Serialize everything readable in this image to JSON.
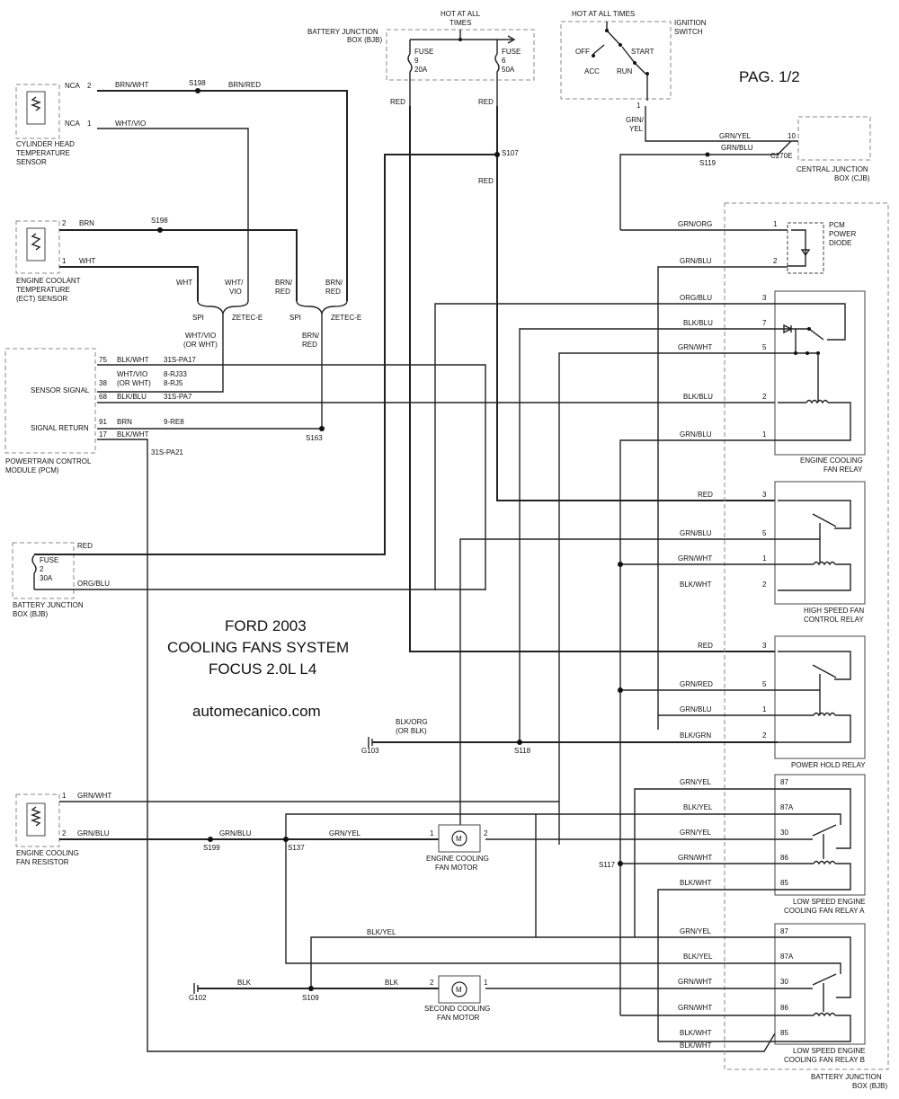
{
  "header": {
    "page": "PAG. 1/2",
    "hot_all_times_1": "HOT AT ALL",
    "hot_all_times_2": "TIMES",
    "hot_all_times_ign": "HOT AT ALL TIMES",
    "bjb_top_1": "BATTERY JUNCTION",
    "bjb_top_2": "BOX (BJB)",
    "fuse9": [
      "FUSE",
      "9",
      "20A"
    ],
    "fuse6": [
      "FUSE",
      "6",
      "50A"
    ],
    "ignition_switch": [
      "IGNITION",
      "SWITCH"
    ],
    "ign_positions": [
      "OFF",
      "ACC",
      "START",
      "RUN"
    ]
  },
  "title": {
    "line1": "FORD 2003",
    "line2": "COOLING FANS SYSTEM",
    "line3": "FOCUS 2.0L L4",
    "site": "automecanico.com"
  },
  "components": {
    "chts": [
      "CYLINDER HEAD",
      "TEMPERATURE",
      "SENSOR"
    ],
    "ect": [
      "ENGINE COOLANT",
      "TEMPERATURE",
      "(ECT) SENSOR"
    ],
    "pcm": [
      "POWERTRAIN CONTROL",
      "MODULE (PCM)"
    ],
    "pcm_sensor_signal": "SENSOR SIGNAL",
    "pcm_signal_return": "SIGNAL RETURN",
    "bjb_left": [
      "BATTERY JUNCTION",
      "BOX (BJB)"
    ],
    "fuse2": [
      "FUSE",
      "2",
      "30A"
    ],
    "cjb": [
      "CENTRAL JUNCTION",
      "BOX (CJB)"
    ],
    "pcm_diode": [
      "PCM",
      "POWER",
      "DIODE"
    ],
    "ecf_relay": [
      "ENGINE COOLING",
      "FAN RELAY"
    ],
    "hs_relay": [
      "HIGH SPEED FAN",
      "CONTROL RELAY"
    ],
    "ph_relay": "POWER HOLD RELAY",
    "ls_relay_a": [
      "LOW SPEED ENGINE",
      "COOLING FAN RELAY A"
    ],
    "ls_relay_b": [
      "LOW SPEED ENGINE",
      "COOLING FAN RELAY B"
    ],
    "bjb_bottom": [
      "BATTERY JUNCTION",
      "BOX (BJB)"
    ],
    "ecf_resistor": [
      "ENGINE COOLING",
      "FAN RESISTOR"
    ],
    "ecf_motor": [
      "ENGINE COOLING",
      "FAN MOTOR"
    ],
    "second_motor": [
      "SECOND COOLING",
      "FAN MOTOR"
    ],
    "motor_symbol": "M"
  },
  "splices": [
    "S198",
    "S198",
    "S107",
    "S119",
    "S163",
    "S118",
    "S117",
    "S199",
    "S137",
    "S109",
    "G103",
    "G102",
    "C270E"
  ],
  "wire_labels": {
    "nca": "NCA",
    "brn_wht": "BRN/WHT",
    "brn_red": "BRN/RED",
    "wht_vio": "WHT/VIO",
    "brn": "BRN",
    "wht": "WHT",
    "red": "RED",
    "grn_yel": "GRN/YEL",
    "grn_blu": "GRN/BLU",
    "grn_org": "GRN/ORG",
    "org_blu": "ORG/BLU",
    "blk_blu": "BLK/BLU",
    "grn_wht": "GRN/WHT",
    "blk_wht": "BLK/WHT",
    "grn_red": "GRN/RED",
    "blk_grn": "BLK/GRN",
    "blk_yel": "BLK/YEL",
    "blk": "BLK",
    "blk_org": "BLK/ORG",
    "or_blk": "(OR BLK)",
    "grn_slash": "GRN/",
    "yel": "YEL",
    "wht_slash": "WHT/",
    "vio": "VIO",
    "brn_slash": "BRN/",
    "spi": "SPI",
    "zetec": "ZETEC-E",
    "wht_vio_or": "WHT/VIO",
    "or_wht": "(OR WHT)"
  },
  "pcm_pins": [
    {
      "pin": "75",
      "color": "BLK/WHT",
      "ckt": "31S-PA17"
    },
    {
      "pin": "",
      "color": "WHT/VIO",
      "ckt": "8-RJ33"
    },
    {
      "pin": "38",
      "color": "(OR WHT)",
      "ckt": "8-RJ5"
    },
    {
      "pin": "68",
      "color": "BLK/BLU",
      "ckt": "31S-PA7"
    },
    {
      "pin": "91",
      "color": "BRN",
      "ckt": "9-RE8"
    },
    {
      "pin": "17",
      "color": "BLK/WHT",
      "ckt": ""
    }
  ],
  "ckt_pa21": "31S-PA21",
  "pins": {
    "p1": "1",
    "p2": "2",
    "p3": "3",
    "p5": "5",
    "p7": "7",
    "p10": "10",
    "p87": "87",
    "p87a": "87A",
    "p30": "30",
    "p86": "86",
    "p85": "85"
  }
}
